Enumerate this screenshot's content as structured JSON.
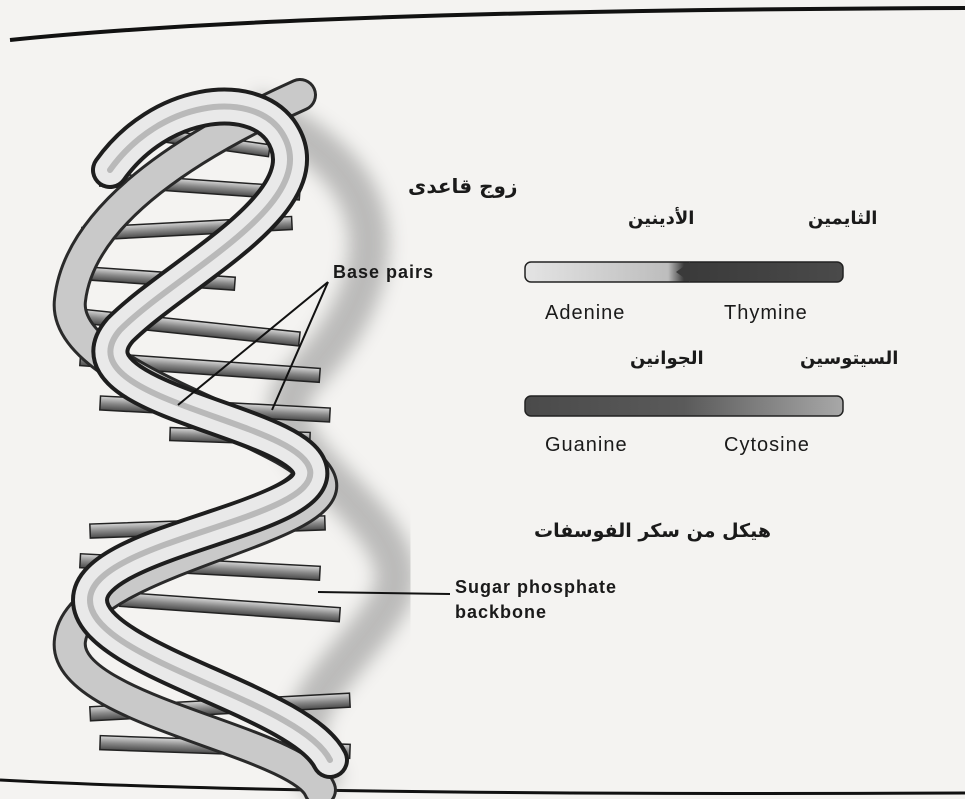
{
  "labels": {
    "base_pair_ar": "زوج قاعدى",
    "base_pairs_en": "Base pairs",
    "thymine_ar": "الثايمين",
    "adenine_ar": "الأدينين",
    "adenine_en": "Adenine",
    "thymine_en": "Thymine",
    "cytosine_ar": "السيتوسين",
    "guanine_ar": "الجوانين",
    "guanine_en": "Guanine",
    "cytosine_en": "Cytosine",
    "backbone_ar": "هيكل من سكر الفوسفات",
    "backbone_en_line1": "Sugar phosphate",
    "backbone_en_line2": "backbone"
  },
  "colors": {
    "ribbon_light": "#e6e6e6",
    "ribbon_dark": "#6a6a6a",
    "adenine_bar": "#d9d9d9",
    "thymine_bar": "#3c3c3c",
    "guanine_bar": "#474747",
    "cytosine_bar": "#8c8c8c"
  }
}
